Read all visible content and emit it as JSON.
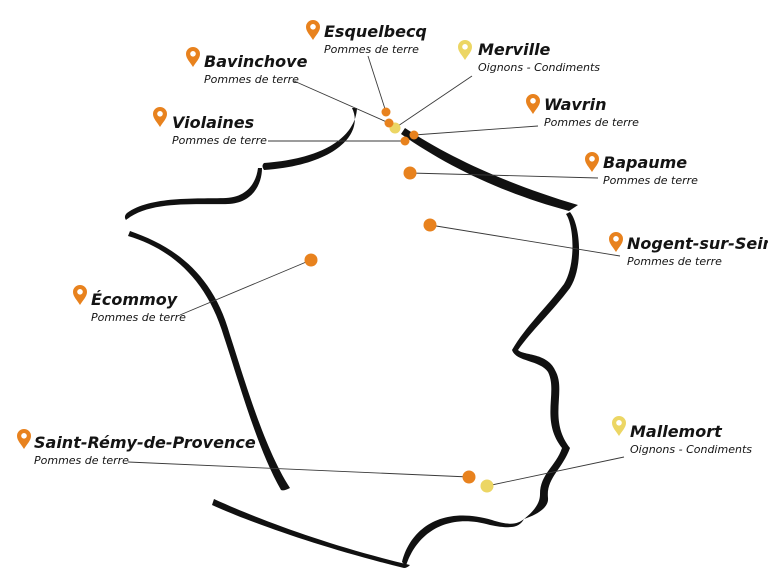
{
  "colors": {
    "potato": "#e8821e",
    "onion": "#ecd664",
    "outline": "#111111",
    "text": "#141414"
  },
  "legend_icons": {
    "potato": "map-pin-orange-icon",
    "onion": "map-pin-yellow-icon"
  },
  "locations": [
    {
      "id": "esquelbecq",
      "name": "Esquelbecq",
      "product": "Pommes de terre",
      "crop": "potato"
    },
    {
      "id": "merville",
      "name": "Merville",
      "product": "Oignons - Condiments",
      "crop": "onion"
    },
    {
      "id": "bavinchove",
      "name": "Bavinchove",
      "product": "Pommes de terre",
      "crop": "potato"
    },
    {
      "id": "wavrin",
      "name": "Wavrin",
      "product": "Pommes de terre",
      "crop": "potato"
    },
    {
      "id": "violaines",
      "name": "Violaines",
      "product": "Pommes de terre",
      "crop": "potato"
    },
    {
      "id": "bapaume",
      "name": "Bapaume",
      "product": "Pommes de terre",
      "crop": "potato"
    },
    {
      "id": "nogent-sur-seine",
      "name": "Nogent-sur-Seine",
      "product": "Pommes de terre",
      "crop": "potato"
    },
    {
      "id": "ecommoy",
      "name": "Écommoy",
      "product": "Pommes de terre",
      "crop": "potato"
    },
    {
      "id": "saint-remy-de-provence",
      "name": "Saint-Rémy-de-Provence",
      "product": "Pommes de terre",
      "crop": "potato"
    },
    {
      "id": "mallemort",
      "name": "Mallemort",
      "product": "Oignons - Condiments",
      "crop": "onion"
    }
  ]
}
